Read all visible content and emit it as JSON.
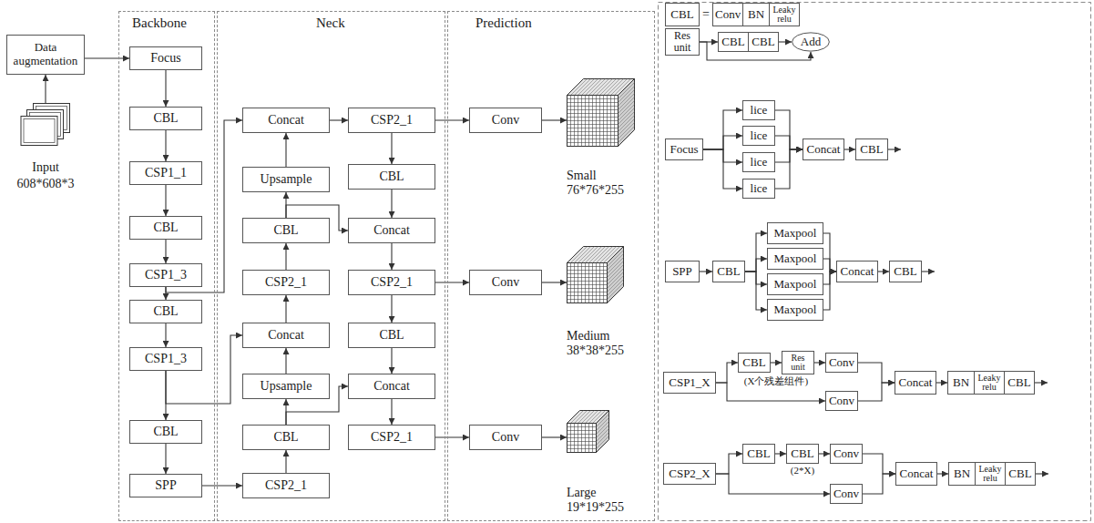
{
  "diagram": {
    "nodes": [
      {
        "text": [
          "Data augmentation"
        ]
      },
      {
        "text": [
          "Input",
          "608*608*3"
        ]
      },
      {
        "text": [
          "Backbone"
        ]
      },
      {
        "text": [
          "Focus"
        ],
        "in": 2
      },
      {
        "text": [
          "CBL"
        ],
        "in": 2
      },
      {
        "text": [
          "CSP1_1"
        ],
        "in": 2
      },
      {
        "text": [
          "CBL"
        ],
        "in": 2
      },
      {
        "text": [
          "CSP1_3"
        ],
        "in": 2
      },
      {
        "text": [
          "CBL"
        ],
        "in": 2
      },
      {
        "text": [
          "CSP1_3"
        ],
        "in": 2
      },
      {
        "text": [
          "CBL"
        ],
        "in": 2
      },
      {
        "text": [
          "SPP"
        ],
        "in": 2
      },
      {
        "text": [
          "Neck"
        ]
      },
      {
        "text": [
          "Concat"
        ],
        "in": 12
      },
      {
        "text": [
          "Upsample"
        ],
        "in": 12
      },
      {
        "text": [
          "CBL"
        ],
        "in": 12
      },
      {
        "text": [
          "CSP2_1"
        ],
        "in": 12
      },
      {
        "text": [
          "Concat"
        ],
        "in": 12
      },
      {
        "text": [
          "Upsample"
        ],
        "in": 12
      },
      {
        "text": [
          "CBL"
        ],
        "in": 12
      },
      {
        "text": [
          "CSP2_1"
        ],
        "in": 12
      },
      {
        "text": [
          "CSP2_1"
        ],
        "in": 12
      },
      {
        "text": [
          "CBL"
        ],
        "in": 12
      },
      {
        "text": [
          "Concat"
        ],
        "in": 12
      },
      {
        "text": [
          "CSP2_1"
        ],
        "in": 12
      },
      {
        "text": [
          "CBL"
        ],
        "in": 12
      },
      {
        "text": [
          "Concat"
        ],
        "in": 12
      },
      {
        "text": [
          "CSP2_1"
        ],
        "in": 12
      },
      {
        "text": [
          "Prediction"
        ]
      },
      {
        "text": [
          "Conv"
        ],
        "in": 28
      },
      {
        "text": [
          "Small",
          "76*76*255"
        ],
        "in": 28
      },
      {
        "text": [
          "Conv"
        ],
        "in": 28
      },
      {
        "text": [
          "Medium",
          "38*38*255"
        ],
        "in": 28
      },
      {
        "text": [
          "Conv"
        ],
        "in": 28
      },
      {
        "text": [
          "Large",
          "19*19*255"
        ],
        "in": 28
      },
      {
        "text": [
          "CBL"
        ]
      },
      {
        "text": [
          "Conv"
        ]
      },
      {
        "text": [
          "BN"
        ]
      },
      {
        "text": [
          "Leaky relu"
        ]
      },
      {
        "text": [
          "Res unit"
        ]
      },
      {
        "text": [
          "CBL"
        ]
      },
      {
        "text": [
          "CBL"
        ]
      },
      {
        "text": [
          "Add"
        ]
      },
      {
        "text": [
          "Focus"
        ]
      },
      {
        "text": [
          "lice"
        ]
      },
      {
        "text": [
          "lice"
        ]
      },
      {
        "text": [
          "lice"
        ]
      },
      {
        "text": [
          "lice"
        ]
      },
      {
        "text": [
          "Concat"
        ]
      },
      {
        "text": [
          "CBL"
        ]
      },
      {
        "text": [
          "SPP"
        ]
      },
      {
        "text": [
          "CBL"
        ]
      },
      {
        "text": [
          "Maxpool"
        ]
      },
      {
        "text": [
          "Maxpool"
        ]
      },
      {
        "text": [
          "Maxpool"
        ]
      },
      {
        "text": [
          "Maxpool"
        ]
      },
      {
        "text": [
          "Concat"
        ]
      },
      {
        "text": [
          "CBL"
        ]
      },
      {
        "text": [
          "CSP1_X"
        ]
      },
      {
        "text": [
          "CBL"
        ]
      },
      {
        "text": [
          "Res unit"
        ]
      },
      {
        "text": [
          "Conv"
        ]
      },
      {
        "text": [
          "Conv"
        ]
      },
      {
        "text": [
          "Concat"
        ]
      },
      {
        "text": [
          "BN"
        ]
      },
      {
        "text": [
          "Leaky relu"
        ]
      },
      {
        "text": [
          "CBL"
        ]
      },
      {
        "text": [
          "CSP2_X"
        ]
      },
      {
        "text": [
          "CBL"
        ]
      },
      {
        "text": [
          "CBL"
        ]
      },
      {
        "text": [
          "Conv"
        ]
      },
      {
        "text": [
          "Conv"
        ]
      },
      {
        "text": [
          "Concat"
        ]
      },
      {
        "text": [
          "BN"
        ]
      },
      {
        "text": [
          "Leaky relu"
        ]
      },
      {
        "text": [
          "CBL"
        ]
      }
    ],
    "edges": [
      {
        "from": 1,
        "to": 0,
        "arrow": "to"
      },
      {
        "from": 0,
        "to": 3,
        "arrow": "to"
      },
      {
        "from": 3,
        "to": 4,
        "arrow": "to"
      },
      {
        "from": 4,
        "to": 5,
        "arrow": "to"
      },
      {
        "from": 5,
        "to": 6,
        "arrow": "to"
      },
      {
        "from": 6,
        "to": 7,
        "arrow": "to"
      },
      {
        "from": 7,
        "to": 8,
        "arrow": "to"
      },
      {
        "from": 8,
        "to": 9,
        "arrow": "to"
      },
      {
        "from": 9,
        "to": 10,
        "arrow": "to"
      },
      {
        "from": 10,
        "to": 11,
        "arrow": "to"
      },
      {
        "from": 7,
        "to": 13,
        "arrow": "to"
      },
      {
        "from": 9,
        "to": 17,
        "arrow": "to"
      },
      {
        "from": 11,
        "to": 20,
        "arrow": "to"
      },
      {
        "from": 20,
        "to": 19,
        "arrow": "to"
      },
      {
        "from": 19,
        "to": 18,
        "arrow": "to"
      },
      {
        "from": 18,
        "to": 17,
        "arrow": "to"
      },
      {
        "from": 17,
        "to": 16,
        "arrow": "to"
      },
      {
        "from": 16,
        "to": 15,
        "arrow": "to"
      },
      {
        "from": 15,
        "to": 14,
        "arrow": "to"
      },
      {
        "from": 14,
        "to": 13,
        "arrow": "to"
      },
      {
        "from": 15,
        "to": 23,
        "arrow": "to"
      },
      {
        "from": 19,
        "to": 26,
        "arrow": "to"
      },
      {
        "from": 13,
        "to": 21,
        "arrow": "to"
      },
      {
        "from": 21,
        "to": 22,
        "arrow": "to"
      },
      {
        "from": 22,
        "to": 23,
        "arrow": "to"
      },
      {
        "from": 23,
        "to": 24,
        "arrow": "to"
      },
      {
        "from": 24,
        "to": 25,
        "arrow": "to"
      },
      {
        "from": 25,
        "to": 26,
        "arrow": "to"
      },
      {
        "from": 26,
        "to": 27,
        "arrow": "to"
      },
      {
        "from": 21,
        "to": 29,
        "arrow": "to"
      },
      {
        "from": 24,
        "to": 31,
        "arrow": "to"
      },
      {
        "from": 27,
        "to": 33,
        "arrow": "to"
      },
      {
        "from": 29,
        "to": 30,
        "arrow": "to"
      },
      {
        "from": 31,
        "to": 32,
        "arrow": "to"
      },
      {
        "from": 33,
        "to": 34,
        "arrow": "to"
      },
      {
        "from": 39,
        "to": 40,
        "arrow": "to"
      },
      {
        "from": 41,
        "to": 42,
        "arrow": "to"
      },
      {
        "from": 39,
        "to": 42,
        "arrow": "to"
      },
      {
        "from": 43,
        "to": 44,
        "arrow": "to"
      },
      {
        "from": 43,
        "to": 45,
        "arrow": "to"
      },
      {
        "from": 43,
        "to": 46,
        "arrow": "to"
      },
      {
        "from": 43,
        "to": 47,
        "arrow": "to"
      },
      {
        "from": 44,
        "to": 48,
        "arrow": "to"
      },
      {
        "from": 45,
        "to": 48,
        "arrow": "to"
      },
      {
        "from": 46,
        "to": 48,
        "arrow": "to"
      },
      {
        "from": 47,
        "to": 48,
        "arrow": "to"
      },
      {
        "from": 48,
        "to": 49,
        "arrow": "to"
      },
      {
        "from": 50,
        "to": 51,
        "arrow": "to"
      },
      {
        "from": 51,
        "to": 52,
        "arrow": "to"
      },
      {
        "from": 51,
        "to": 53,
        "arrow": "to"
      },
      {
        "from": 51,
        "to": 54,
        "arrow": "to"
      },
      {
        "from": 51,
        "to": 55,
        "arrow": "to"
      },
      {
        "from": 52,
        "to": 56,
        "arrow": "to"
      },
      {
        "from": 53,
        "to": 56,
        "arrow": "to"
      },
      {
        "from": 54,
        "to": 56,
        "arrow": "to"
      },
      {
        "from": 55,
        "to": 56,
        "arrow": "to"
      },
      {
        "from": 56,
        "to": 57,
        "arrow": "to"
      },
      {
        "from": 58,
        "to": 59,
        "arrow": "to"
      },
      {
        "from": 59,
        "to": 60,
        "arrow": "to"
      },
      {
        "from": 60,
        "to": 61,
        "arrow": "to"
      },
      {
        "from": 58,
        "to": 62,
        "arrow": "to"
      },
      {
        "from": 61,
        "to": 63,
        "arrow": "to"
      },
      {
        "from": 62,
        "to": 63,
        "arrow": "to"
      },
      {
        "from": 63,
        "to": 64,
        "arrow": "to"
      },
      {
        "from": 67,
        "to": 68,
        "arrow": "to"
      },
      {
        "from": 68,
        "to": 69,
        "arrow": "to"
      },
      {
        "from": 69,
        "to": 70,
        "arrow": "to"
      },
      {
        "from": 67,
        "to": 71,
        "arrow": "to"
      },
      {
        "from": 70,
        "to": 72,
        "arrow": "to"
      },
      {
        "from": 71,
        "to": 72,
        "arrow": "to"
      },
      {
        "from": 72,
        "to": 73,
        "arrow": "to"
      }
    ],
    "labels": [
      "=",
      "(X个残差组件)",
      "(2*X)"
    ]
  }
}
